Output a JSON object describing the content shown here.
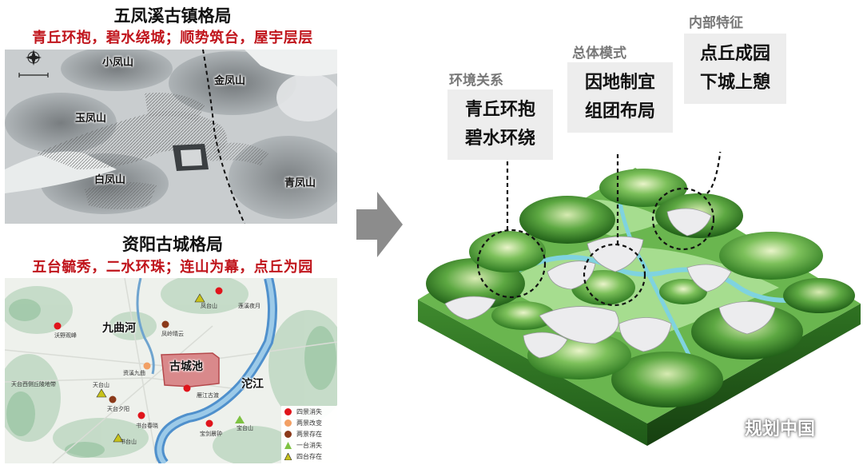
{
  "top_panel": {
    "title": "五凤溪古镇格局",
    "subtitle": "青丘环抱，碧水绕城；顺势筑台，屋宇层层",
    "labels": {
      "xiaofeng": "小凤山",
      "jinfeng": "金凤山",
      "yufeng": "玉凤山",
      "baifeng": "白凤山",
      "qingfeng": "青凤山"
    }
  },
  "bottom_panel": {
    "title": "资阳古城格局",
    "subtitle": "五台毓秀，二水环珠；连山为幕，点丘为园",
    "labels": {
      "jiuqu": "九曲河",
      "guchengchi": "古城池",
      "tuojiang": "沱江"
    },
    "small_labels": {
      "woye": "沃野观峰",
      "fengling": "凤岭晴云",
      "fengtai": "凤台山",
      "lianxi": "莲溪夜月",
      "ziqi": "资溪九曲",
      "yanjiang": "雁江古渡",
      "tiantai": "天台山",
      "tianxi": "天台西侧丘陵地带",
      "tiantaixiyang": "天台夕阳",
      "shutai": "书台春晓",
      "shutaishan": "书台山",
      "baojian": "宝剑晨钟",
      "baotai": "宝台山"
    },
    "legend": [
      {
        "label": "四景消失",
        "color": "#e0141b",
        "shape": "circle"
      },
      {
        "label": "两景改变",
        "color": "#f2a064",
        "shape": "circle"
      },
      {
        "label": "两景存在",
        "color": "#8b3a1a",
        "shape": "circle"
      },
      {
        "label": "一台消失",
        "color": "#7ec242",
        "shape": "triangle"
      },
      {
        "label": "四台存在",
        "color": "#c7c21a",
        "shape": "triangle"
      }
    ]
  },
  "callouts": {
    "env": {
      "label": "环境关系",
      "line1": "青丘环抱",
      "line2": "碧水环绕"
    },
    "mode": {
      "label": "总体模式",
      "line1": "因地制宜",
      "line2": "组团布局"
    },
    "inner": {
      "label": "内部特征",
      "line1": "点丘成园",
      "line2": "下城上憩"
    }
  },
  "watermark": "规划中国",
  "colors": {
    "title_red": "#c0141b",
    "arrow_gray": "#8c8c8c",
    "terrain_green": "#4fa63a",
    "water_cyan": "#67c8d8"
  }
}
